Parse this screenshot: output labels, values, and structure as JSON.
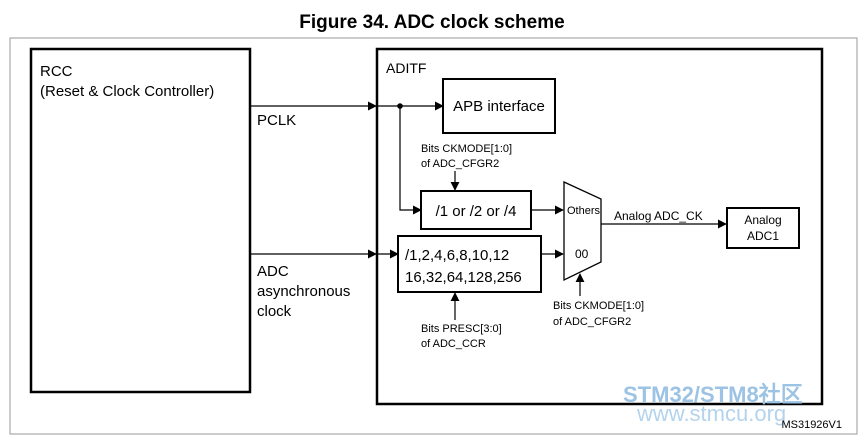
{
  "figure": {
    "title": "Figure 34. ADC clock scheme",
    "ref": "MS31926V1"
  },
  "rcc": {
    "line1": "RCC",
    "line2": "(Reset & Clock Controller)"
  },
  "aditf": {
    "label": "ADITF"
  },
  "signals": {
    "pclk": "PCLK",
    "adc_async_line1": "ADC",
    "adc_async_line2": "asynchronous",
    "adc_async_line3": "clock",
    "analog_adc_ck": "Analog ADC_CK"
  },
  "blocks": {
    "apb_interface": "APB interface",
    "sync_divider": "/1 or /2 or /4",
    "async_presc_line1": "/1,2,4,6,8,10,12",
    "async_presc_line2": "16,32,64,128,256",
    "analog_adc_line1": "Analog",
    "analog_adc_line2": "ADC1"
  },
  "mux": {
    "input_top": "Others",
    "input_bottom": "00"
  },
  "notes": {
    "ckmode_top_line1": "Bits CKMODE[1:0]",
    "ckmode_top_line2": "of ADC_CFGR2",
    "presc_line1": "Bits PRESC[3:0]",
    "presc_line2": "of ADC_CCR",
    "ckmode_mux_line1": "Bits CKMODE[1:0]",
    "ckmode_mux_line2": "of ADC_CFGR2"
  },
  "watermark": {
    "line1": "STM32/STM8社区",
    "line2": "www.stmcu.org"
  }
}
